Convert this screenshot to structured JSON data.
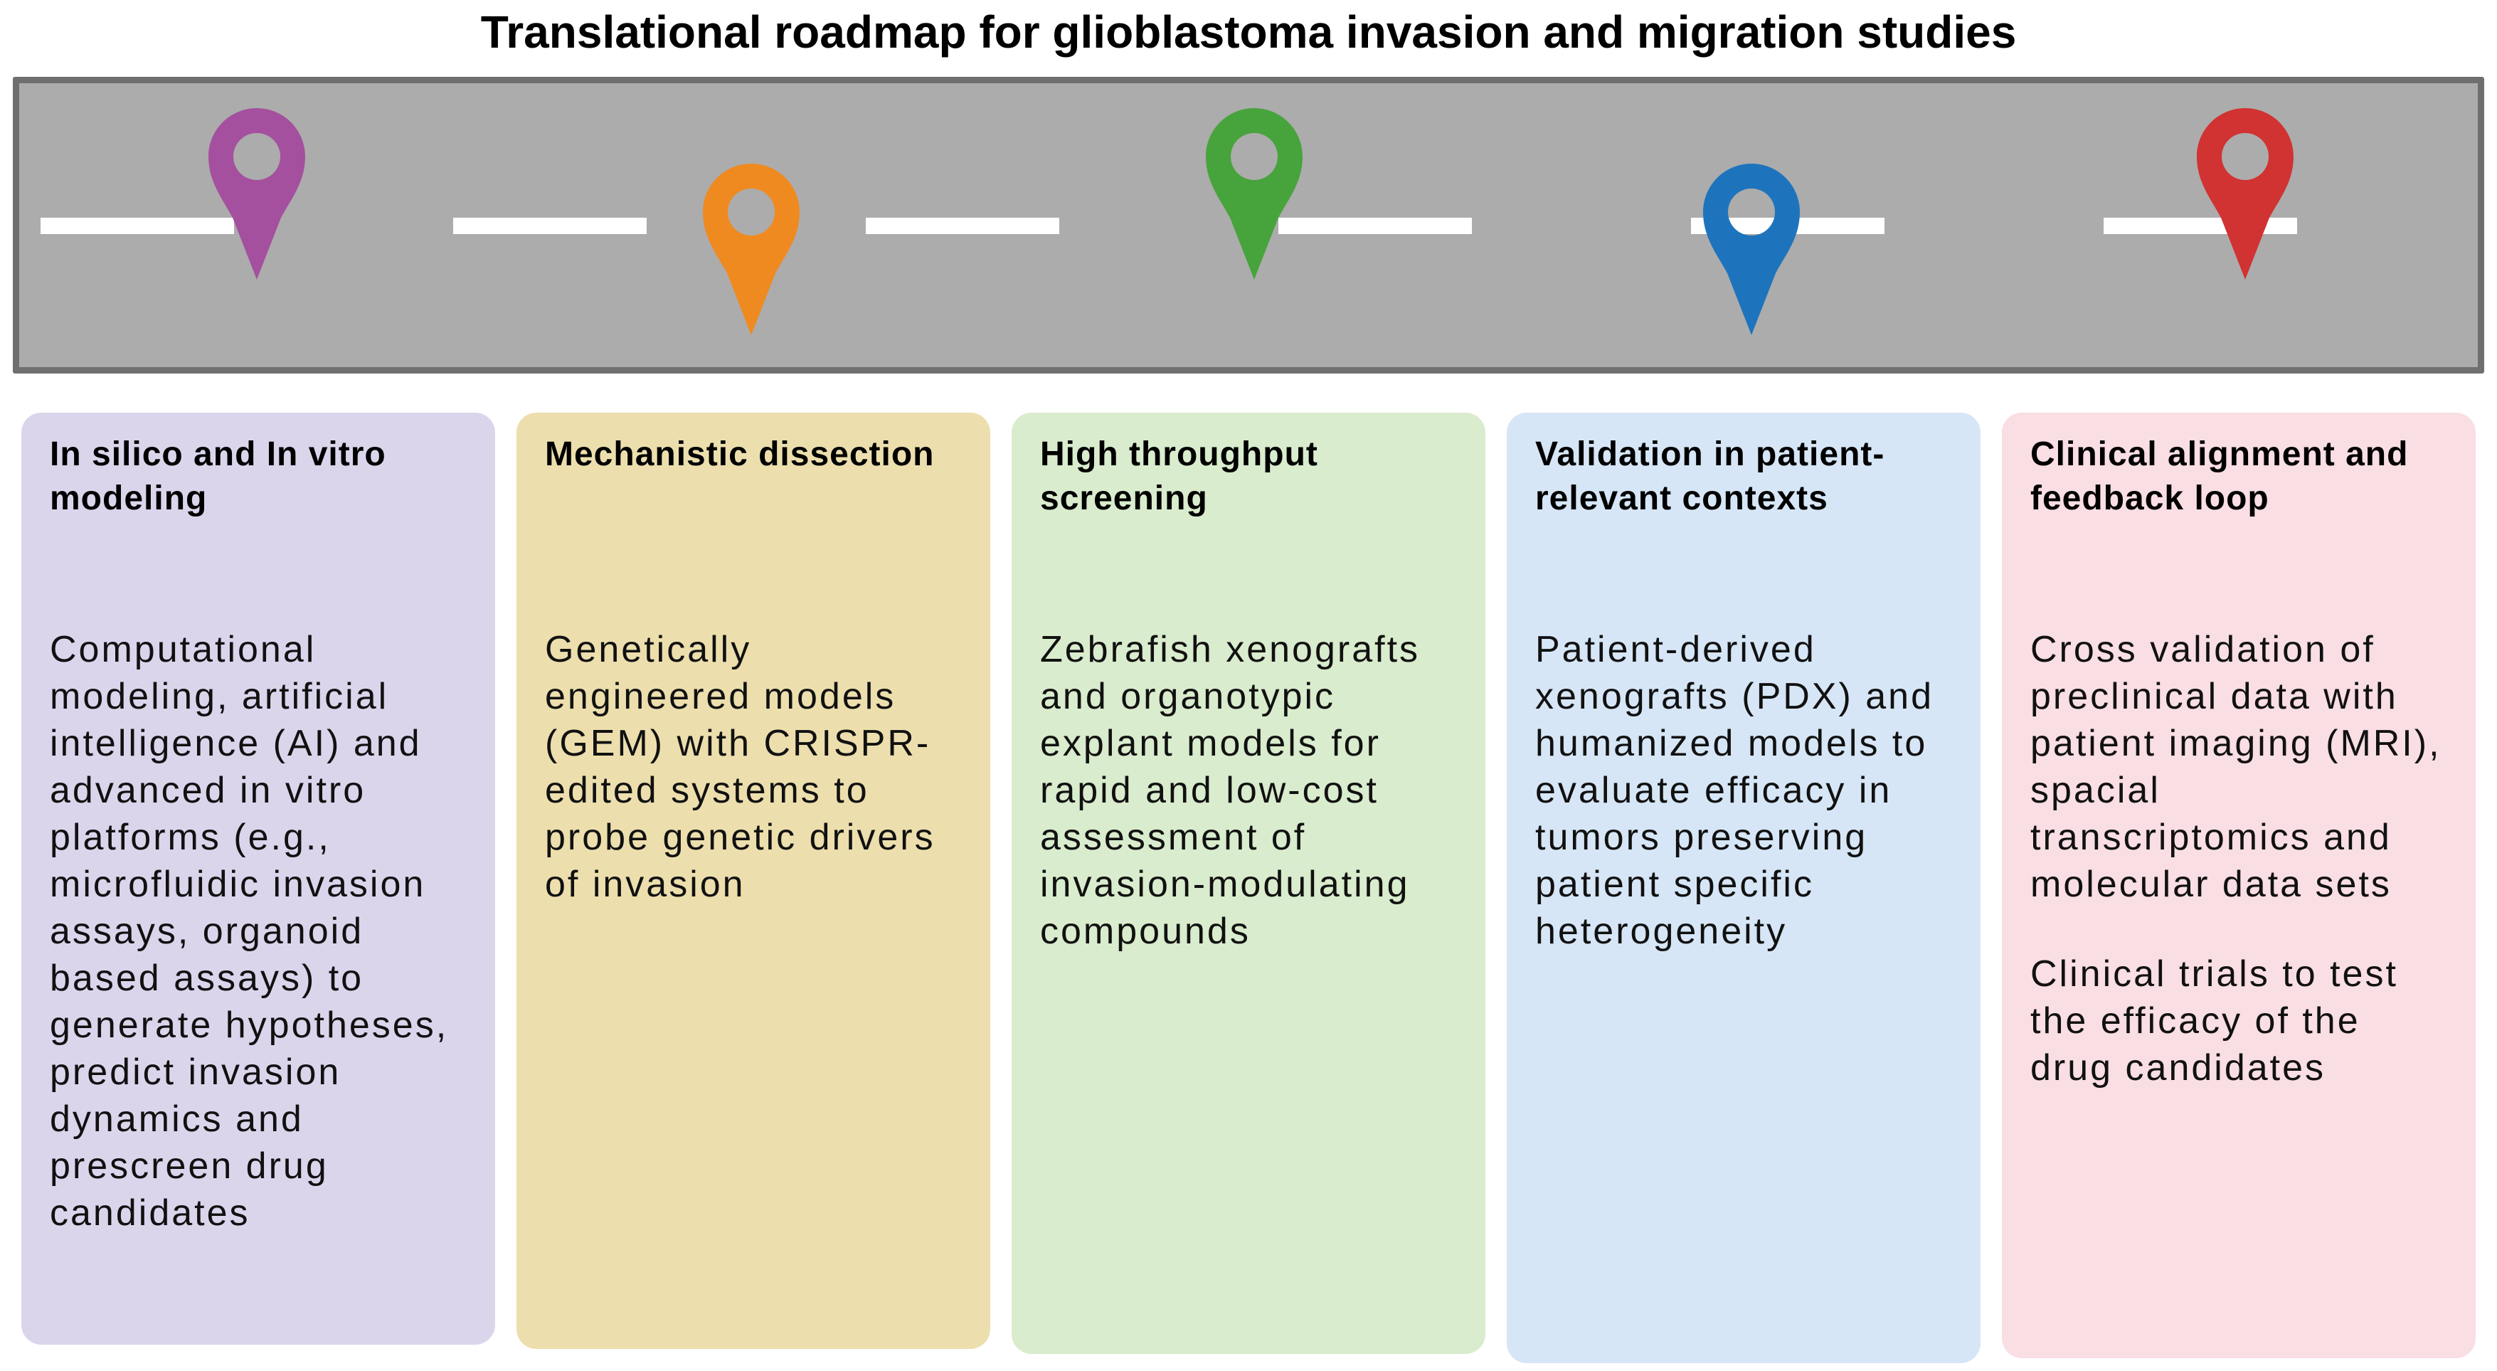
{
  "page_title": "Translational roadmap for glioblastoma invasion and migration studies",
  "road": {
    "background": "#ACACAC",
    "border_color": "#6F6F6F",
    "dash_color": "#FFFFFF",
    "pins": [
      {
        "name": "milestone-1",
        "color": "#A4509E"
      },
      {
        "name": "milestone-2",
        "color": "#EF8A21"
      },
      {
        "name": "milestone-3",
        "color": "#47A33C"
      },
      {
        "name": "milestone-4",
        "color": "#1E74BC"
      },
      {
        "name": "milestone-5",
        "color": "#D13232"
      }
    ]
  },
  "cards": [
    {
      "bg": "#DBD5EC",
      "title": "In silico and In vitro modeling",
      "paragraphs": [
        "Computational modeling, artificial intelligence (AI) and advanced in vitro platforms (e.g., microfluidic invasion assays, organoid based assays) to generate hypotheses, predict invasion dynamics and prescreen drug candidates"
      ]
    },
    {
      "bg": "#ECDFAD",
      "title": "Mechanistic dissection",
      "paragraphs": [
        "Genetically engineered models (GEM) with CRISPR-edited systems to probe genetic drivers of invasion"
      ]
    },
    {
      "bg": "#D9ECCD",
      "title": "High throughput screening",
      "paragraphs": [
        "Zebrafish xenografts and organotypic explant models for rapid and low-cost assessment of invasion-modulating compounds"
      ]
    },
    {
      "bg": "#D6E6F6",
      "title": "Validation in patient-relevant contexts",
      "paragraphs": [
        "Patient-derived xenografts (PDX) and humanized models to evaluate efficacy in tumors preserving patient specific heterogeneity"
      ]
    },
    {
      "bg": "#F9DEE4",
      "title": "Clinical alignment and feedback loop",
      "paragraphs": [
        "Cross validation of preclinical data with patient imaging (MRI), spacial transcriptomics and molecular data sets",
        "Clinical trials to test the efficacy of the drug candidates"
      ]
    }
  ]
}
